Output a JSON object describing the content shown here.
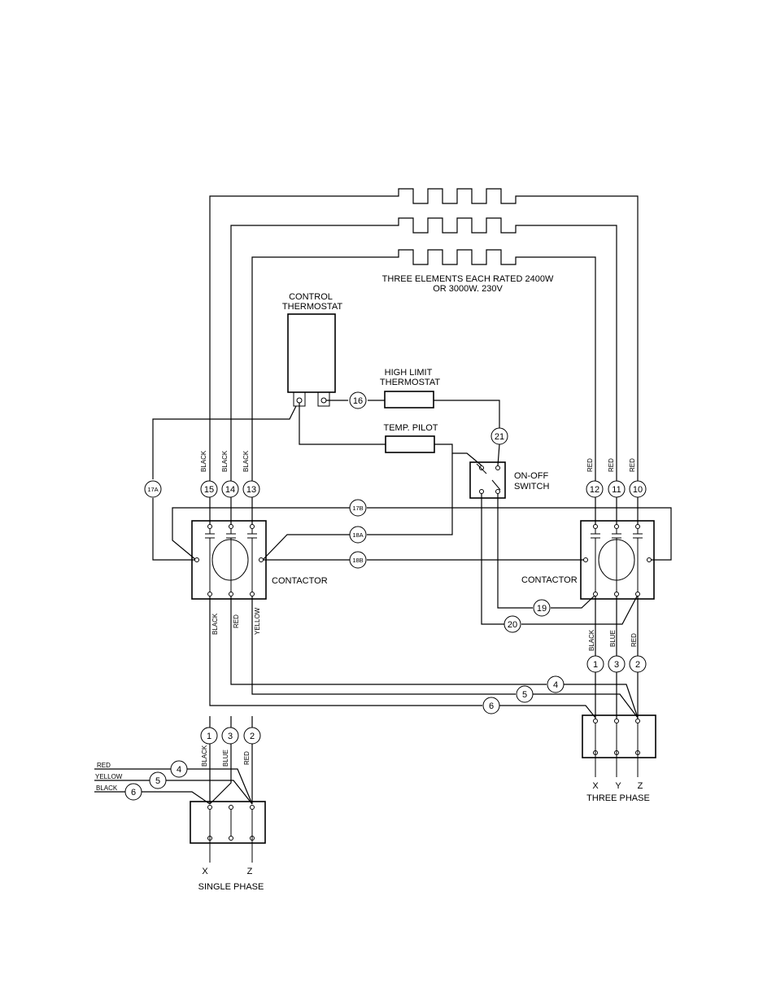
{
  "labels": {
    "elements_line1": "THREE ELEMENTS EACH RATED 2400W",
    "elements_line2": "OR 3000W. 230V",
    "control_thermostat_line1": "CONTROL",
    "control_thermostat_line2": "THERMOSTAT",
    "high_limit_line1": "HIGH LIMIT",
    "high_limit_line2": "THERMOSTAT",
    "temp_pilot": "TEMP. PILOT",
    "switch_line1": "ON-OFF",
    "switch_line2": "SWITCH",
    "contactor_left": "CONTACTOR",
    "contactor_right": "CONTACTOR",
    "three_phase": "THREE PHASE",
    "single_phase": "SINGLE PHASE"
  },
  "wire_colors": {
    "black": "BLACK",
    "red": "RED",
    "blue": "BLUE",
    "yellow": "YELLOW"
  },
  "markers": {
    "m1": "1",
    "m2": "2",
    "m3": "3",
    "m4": "4",
    "m5": "5",
    "m6": "6",
    "m10": "10",
    "m11": "11",
    "m12": "12",
    "m13": "13",
    "m14": "14",
    "m15": "15",
    "m16": "16",
    "m19": "19",
    "m20": "20",
    "m21": "21",
    "m17a": "17A",
    "m17b": "17B",
    "m18a": "18A",
    "m18b": "18B"
  },
  "terminals": {
    "x": "X",
    "y": "Y",
    "z": "Z"
  },
  "icons": [
    "heating-element-icon",
    "thermostat-icon",
    "switch-icon",
    "contactor-coil-icon",
    "terminal-block-icon"
  ]
}
